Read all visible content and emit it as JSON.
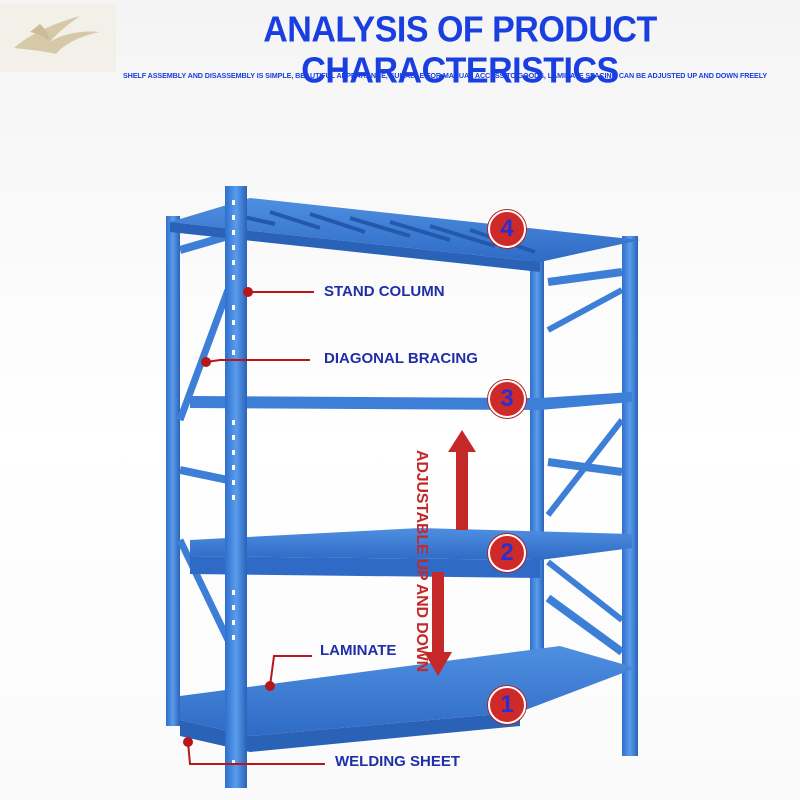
{
  "header": {
    "title": "ANALYSIS OF PRODUCT CHARACTERISTICS",
    "subtitle": "SHELF ASSEMBLY AND DISASSEMBLY IS SIMPLE, BEAUTIFUL APPEARANCE, SUITABLE FOR MANUAL ACCESS TO GOODS, LAMINATE SPACING CAN BE ADJUSTED UP AND DOWN FREELY"
  },
  "labels": {
    "stand_column": "STAND COLUMN",
    "diagonal_bracing": "DIAGONAL BRACING",
    "laminate": "LAMINATE",
    "welding_sheet": "WELDING SHEET",
    "adjustable": "ADJUSTABLE UP AND DOWN"
  },
  "markers": [
    "4",
    "3",
    "2",
    "1"
  ],
  "colors": {
    "title": "#1a3fe0",
    "label": "#1e2fa8",
    "rack_blue": "#3a7fd8",
    "marker_red": "#cf2a2a",
    "leader_line": "#b8161b"
  },
  "icons": {
    "logo": "bird-logo-icon"
  }
}
